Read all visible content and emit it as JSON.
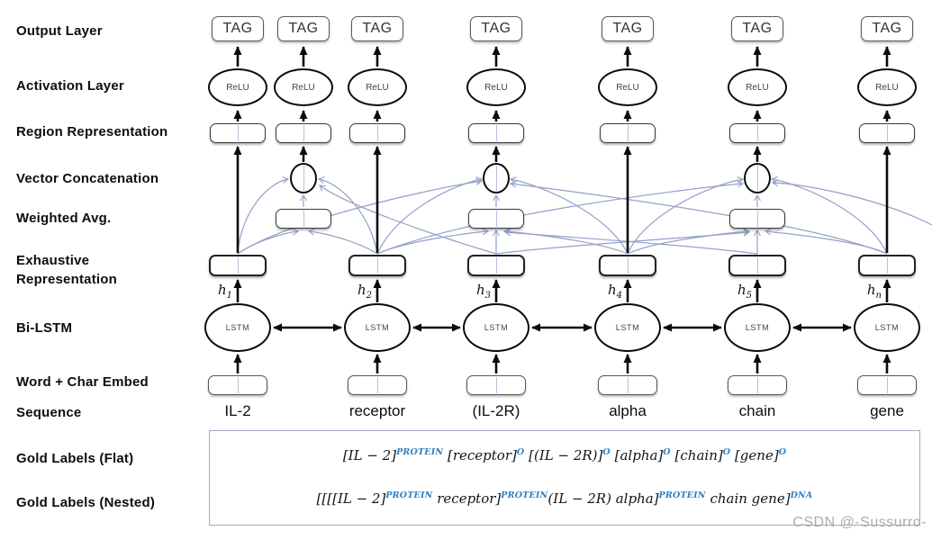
{
  "sidebar": {
    "labels": [
      "Output Layer",
      "Activation Layer",
      "Region Representation",
      "Vector Concatenation",
      "Weighted Avg.",
      "Exhaustive\nRepresentation",
      "Bi-LSTM",
      "Word + Char Embed",
      "Sequence",
      "Gold Labels (Flat)",
      "Gold Labels (Nested)"
    ]
  },
  "diagram": {
    "node_labels": {
      "tag": "TAG",
      "relu": "ReLU",
      "lstm": "LSTM"
    },
    "h_base": "h",
    "h_subs": [
      "1",
      "2",
      "3",
      "4",
      "5",
      "n"
    ]
  },
  "sequence": {
    "words": [
      "IL-2",
      "receptor",
      "(IL-2R)",
      "alpha",
      "chain",
      "gene"
    ]
  },
  "gold": {
    "flat_tokens": [
      {
        "text": "[IL − 2]",
        "sup": "PROTEIN"
      },
      {
        "text": " [receptor]",
        "sup": "O"
      },
      {
        "text": " [(IL − 2R)]",
        "sup": "O"
      },
      {
        "text": " [alpha]",
        "sup": "O"
      },
      {
        "text": " [chain]",
        "sup": "O"
      },
      {
        "text": " [gene]",
        "sup": "O"
      }
    ],
    "nested_tokens": [
      {
        "text": "[[[[IL − 2]",
        "sup": "PROTEIN"
      },
      {
        "text": " receptor]",
        "sup": "PROTEIN"
      },
      {
        "text": "(IL − 2R) alpha]",
        "sup": "PROTEIN"
      },
      {
        "text": " chain  gene]",
        "sup": "DNA"
      }
    ]
  },
  "watermark": {
    "text": "CSDN @-Sussurro-"
  },
  "colors": {
    "curve_blue": "#93a0c7",
    "sup_blue": "#2b7fc4",
    "gold_box_border": "#a2abc4",
    "watermark_gray": "#a9acb1"
  }
}
